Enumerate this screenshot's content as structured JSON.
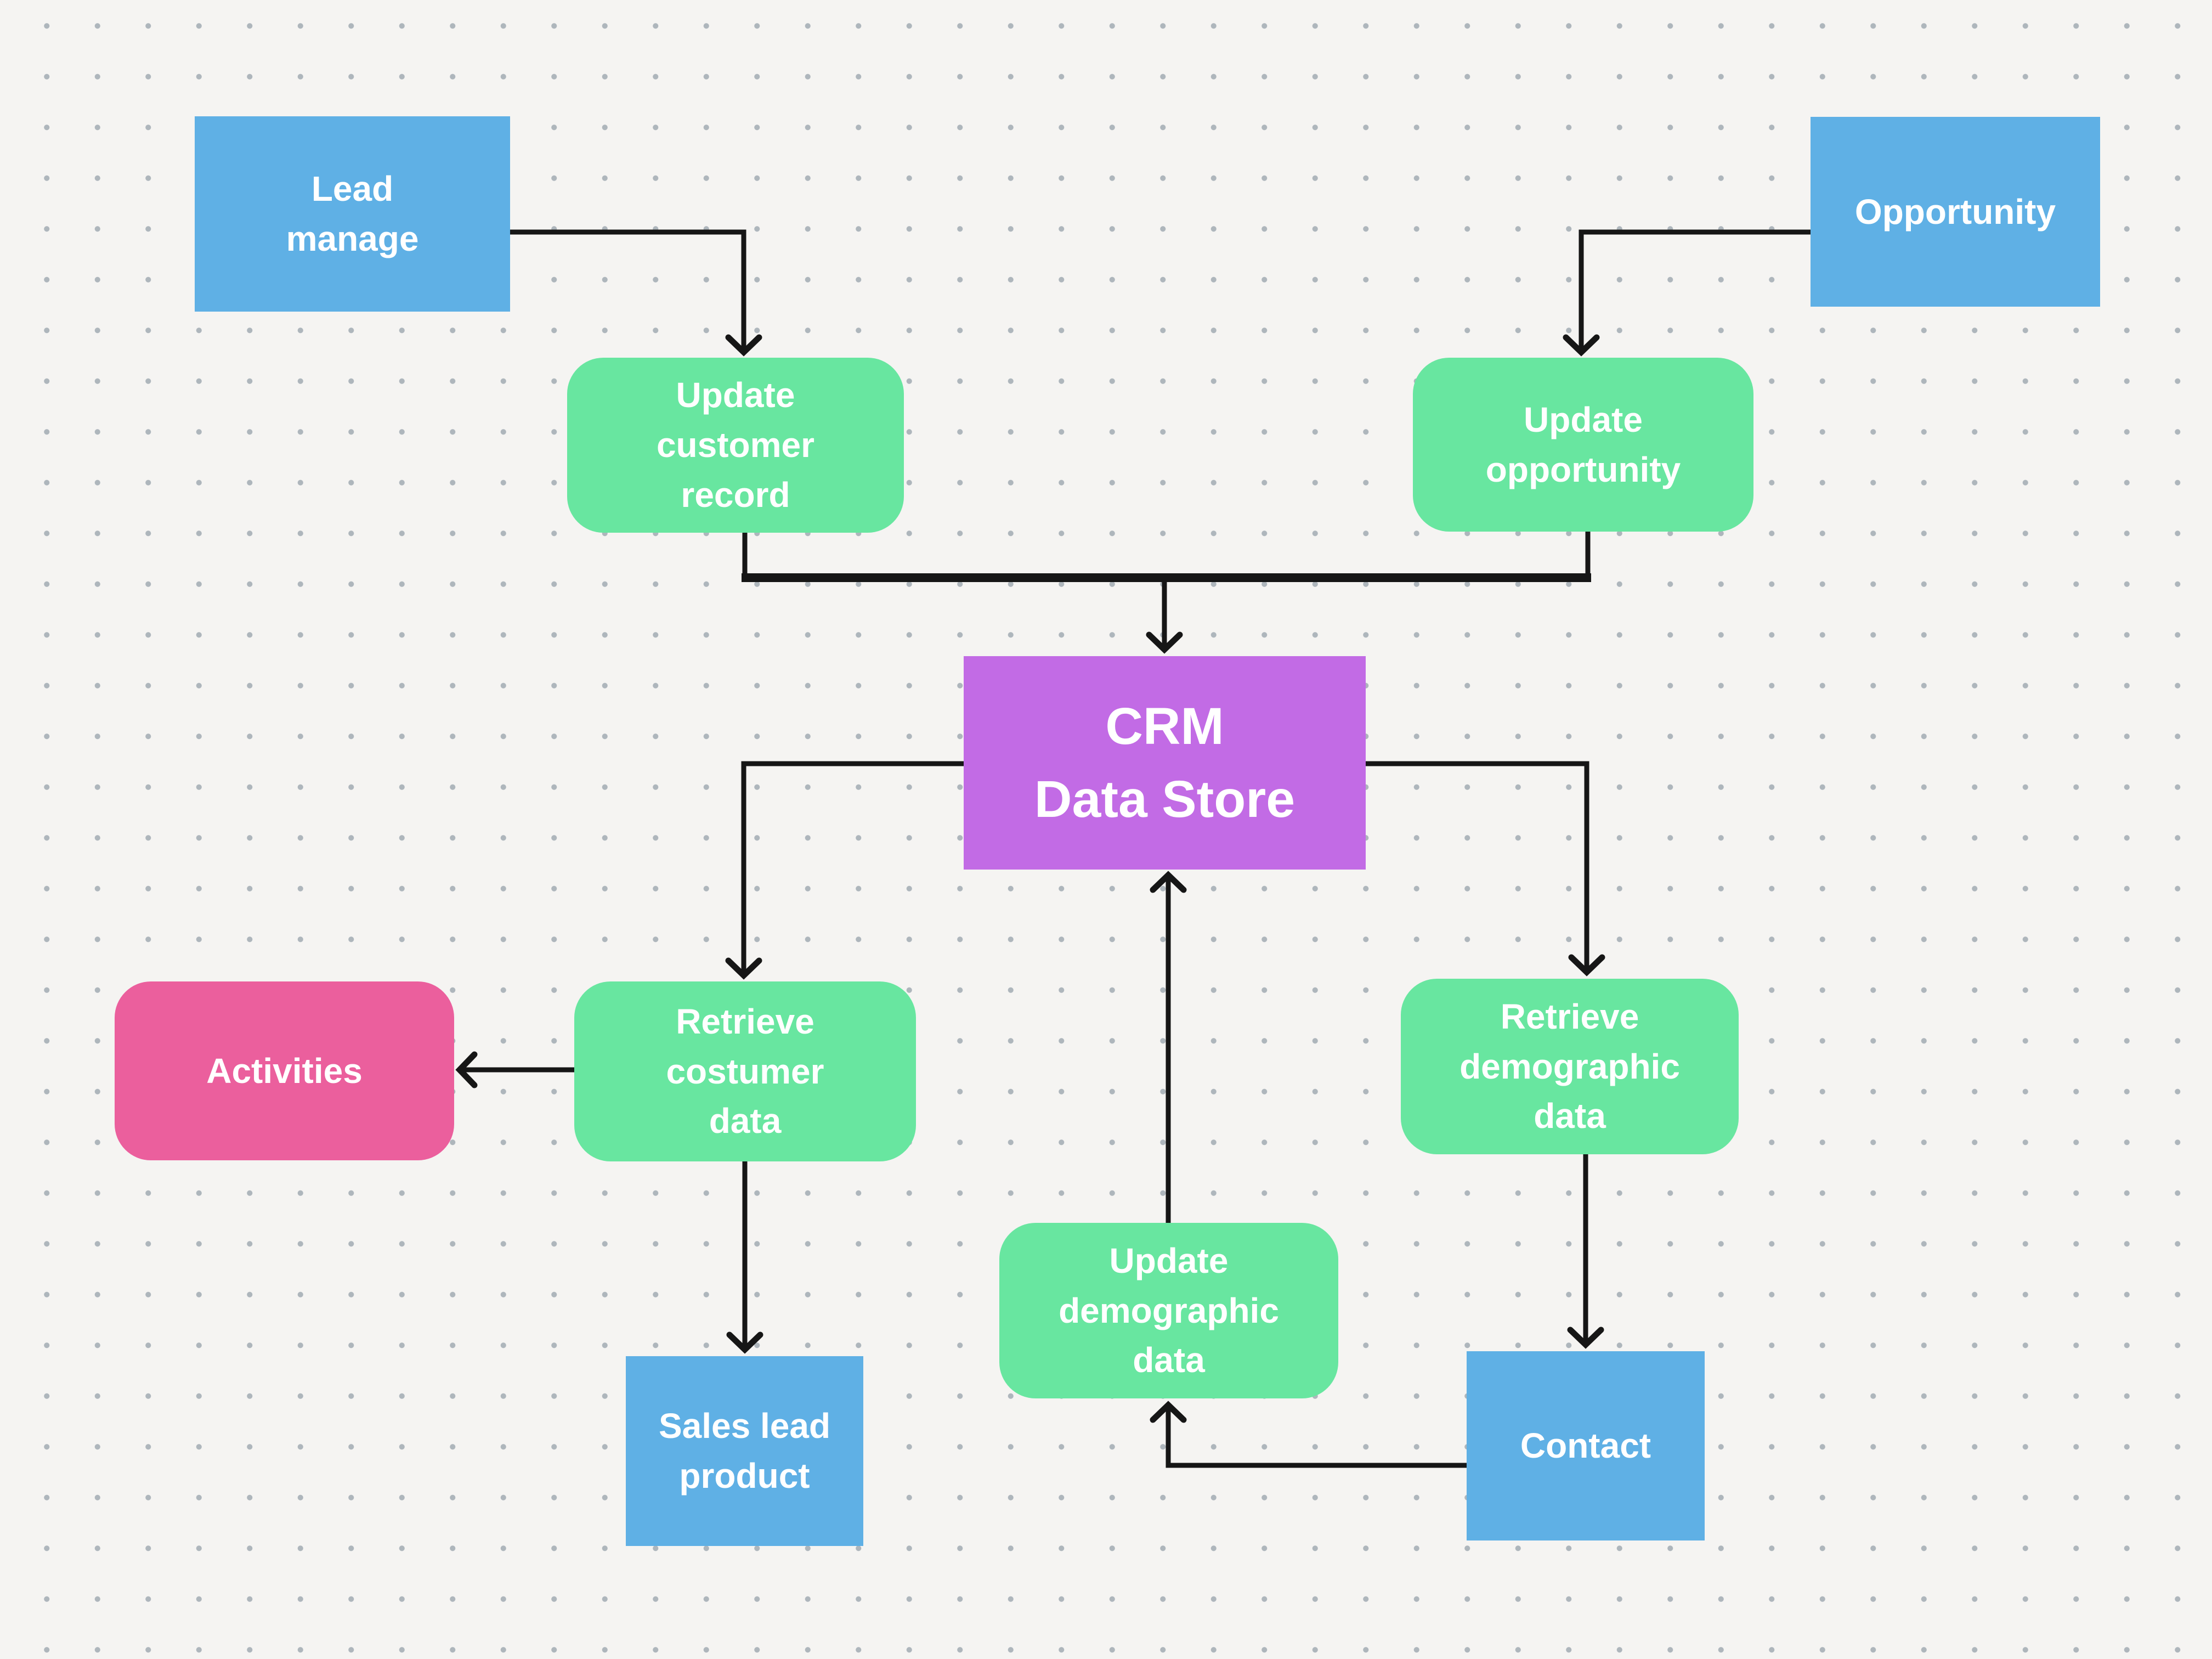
{
  "diagram": {
    "type": "flowchart",
    "background": "#f5f4f2",
    "dot_color": "#aeb6bc",
    "palette": {
      "blue": "#5fb0e5",
      "green": "#68e6a0",
      "purple": "#c26be5",
      "pink": "#eb5f9d",
      "arrow": "#161616",
      "label_text": "#ffffff"
    },
    "nodes": {
      "lead-manage": {
        "label": [
          "Lead",
          "manage"
        ],
        "shape": "rect",
        "color": "blue"
      },
      "opportunity": {
        "label": [
          "Opportunity"
        ],
        "shape": "rect",
        "color": "blue"
      },
      "update-customer-record": {
        "label": [
          "Update",
          "customer",
          "record"
        ],
        "shape": "rounded",
        "color": "green"
      },
      "update-opportunity": {
        "label": [
          "Update",
          "opportunity"
        ],
        "shape": "rounded",
        "color": "green"
      },
      "crm-data-store": {
        "label": [
          "CRM",
          "Data Store"
        ],
        "shape": "rect",
        "color": "purple"
      },
      "activities": {
        "label": [
          "Activities"
        ],
        "shape": "rounded",
        "color": "pink"
      },
      "retrieve-costumer-data": {
        "label": [
          "Retrieve",
          "costumer",
          "data"
        ],
        "shape": "rounded",
        "color": "green"
      },
      "retrieve-demographic-data": {
        "label": [
          "Retrieve",
          "demographic",
          "data"
        ],
        "shape": "rounded",
        "color": "green"
      },
      "update-demographic-data": {
        "label": [
          "Update",
          "demographic",
          "data"
        ],
        "shape": "rounded",
        "color": "green"
      },
      "sales-lead-product": {
        "label": [
          "Sales lead",
          "product"
        ],
        "shape": "rect",
        "color": "blue"
      },
      "contact": {
        "label": [
          "Contact"
        ],
        "shape": "rect",
        "color": "blue"
      }
    },
    "edges": [
      {
        "from": "lead-manage",
        "to": "update-customer-record"
      },
      {
        "from": "opportunity",
        "to": "update-opportunity"
      },
      {
        "from": "update-customer-record",
        "to": "crm-data-store"
      },
      {
        "from": "update-opportunity",
        "to": "crm-data-store"
      },
      {
        "from": "crm-data-store",
        "to": "retrieve-costumer-data"
      },
      {
        "from": "crm-data-store",
        "to": "retrieve-demographic-data"
      },
      {
        "from": "retrieve-costumer-data",
        "to": "activities"
      },
      {
        "from": "retrieve-costumer-data",
        "to": "sales-lead-product"
      },
      {
        "from": "retrieve-demographic-data",
        "to": "contact"
      },
      {
        "from": "contact",
        "to": "update-demographic-data"
      },
      {
        "from": "update-demographic-data",
        "to": "crm-data-store"
      }
    ]
  }
}
